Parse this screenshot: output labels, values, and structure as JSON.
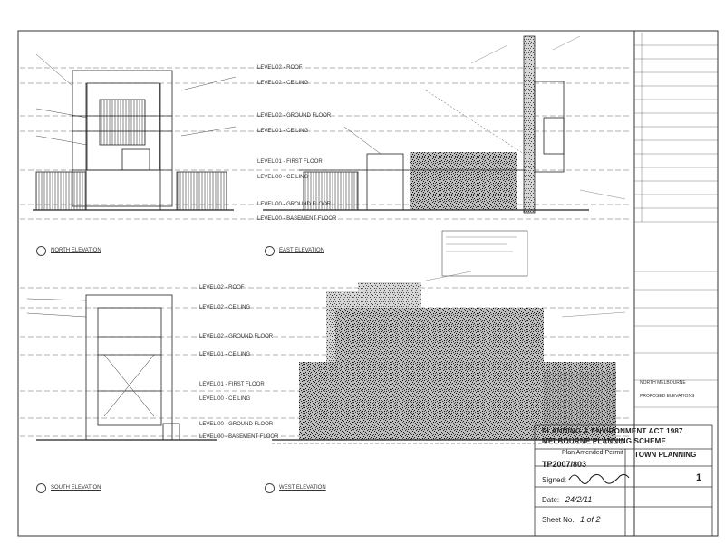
{
  "drawing": {
    "views": {
      "north": "NORTH ELEVATION",
      "east": "EAST ELEVATION",
      "south": "SOUTH ELEVATION",
      "west": "WEST ELEVATION"
    },
    "levels_east": [
      "LEVEL 02 - ROOF",
      "LEVEL 02 - CEILING",
      "LEVEL 02 - GROUND FLOOR",
      "LEVEL 01 - CEILING",
      "LEVEL 01 - FIRST FLOOR",
      "LEVEL 00 - CEILING",
      "LEVEL 00 - GROUND FLOOR",
      "LEVEL 00 - BASEMENT FLOOR"
    ],
    "levels_south": [
      "LEVEL 02 - ROOF",
      "LEVEL 02 - CEILING",
      "LEVEL 02 - GROUND FLOOR",
      "LEVEL 01 - CEILING",
      "LEVEL 01 - FIRST FLOOR",
      "LEVEL 00 - CEILING",
      "LEVEL 00 - GROUND FLOOR",
      "LEVEL 00 - BASEMENT FLOOR"
    ]
  },
  "stamp": {
    "line1": "PLANNING & ENVIRONMENT ACT 1987",
    "line2": "MELBOURNE PLANNING SCHEME",
    "line3": "Plan Amended Permit",
    "number": "TP2007/803",
    "signed_label": "Signed:",
    "date_label": "Date:",
    "date": "24/2/11",
    "sheet_label": "Sheet No.",
    "sheet": "1 of 2",
    "town_planning": "TOWN PLANNING",
    "sheet_number": "1"
  },
  "title_block": {
    "project": "NORTH MELBOURNE",
    "drawing": "PROPOSED ELEVATIONS"
  }
}
